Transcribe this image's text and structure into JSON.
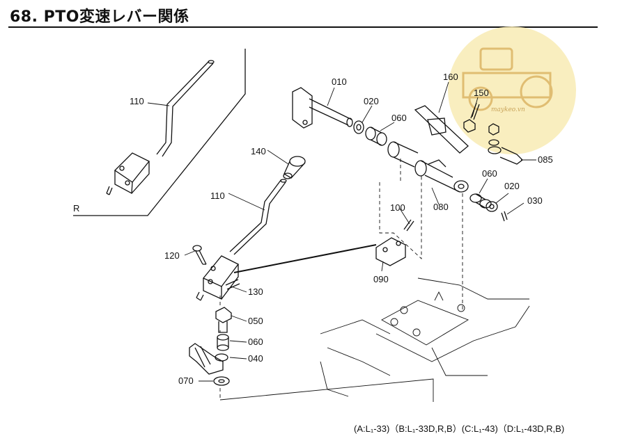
{
  "title": "68. PTO変速レバー関係",
  "footer": "(A:L₁-33)（B:L₁-33D,R,B）(C:L₁-43)（D:L₁-43D,R,B)",
  "watermark": {
    "text": "maykeo.vn",
    "color": "#f7e6a6"
  },
  "labels": {
    "p010": "010",
    "p020a": "020",
    "p060a": "060",
    "p160": "160",
    "p150": "150",
    "p085": "085",
    "p060b": "060",
    "p020b": "020",
    "p030": "030",
    "p080": "080",
    "p100": "100",
    "p090": "090",
    "p140": "140",
    "p110a": "110",
    "p110b": "110",
    "p120": "120",
    "p130": "130",
    "p050": "050",
    "p060c": "060",
    "p040": "040",
    "p070": "070",
    "r": "R"
  }
}
